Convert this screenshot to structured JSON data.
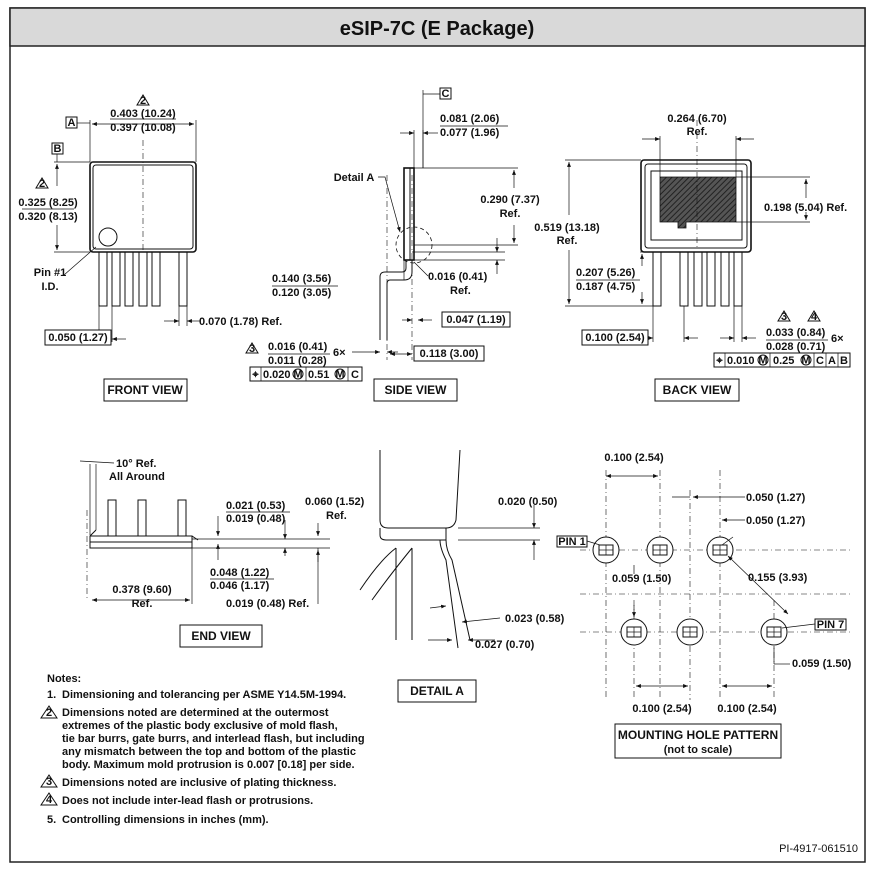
{
  "title": "eSIP-7C (E Package)",
  "front": {
    "label": "FRONT VIEW",
    "w_top": "0.403 (10.24)",
    "w_bot": "0.397 (10.08)",
    "h_top": "0.325 (8.25)",
    "h_bot": "0.320 (8.13)",
    "pin1": "Pin #1",
    "pin1b": "I.D.",
    "pitch": "0.050 (1.27)",
    "pin_w": "0.070 (1.78) Ref.",
    "datum_a": "A",
    "datum_b": "B",
    "note2": "2"
  },
  "side": {
    "label": "SIDE VIEW",
    "detail_a": "Detail A",
    "datum_c": "C",
    "t_top": "0.081 (2.06)",
    "t_bot": "0.077 (1.96)",
    "h_top": "0.290 (7.37)",
    "h_bot": "Ref.",
    "lead_top": "0.140 (3.56)",
    "lead_bot": "0.120 (3.05)",
    "lt_top": "0.016 (0.41)",
    "lt_bot": "Ref.",
    "lw": "0.047 (1.19)",
    "pin_t_top": "0.016 (0.41)",
    "pin_t_bot": "0.011 (0.28)",
    "mult": "6×",
    "span": "0.118 (3.00)",
    "fcf": [
      "⌖",
      "0.020",
      "M",
      "0.51",
      "M",
      "C"
    ],
    "note3": "3"
  },
  "back": {
    "label": "BACK VIEW",
    "pad_w_top": "0.264 (6.70)",
    "pad_w_bot": "Ref.",
    "pad_h": "0.198 (5.04) Ref.",
    "h_top": "0.519 (13.18)",
    "h_bot": "Ref.",
    "lead_top": "0.207 (5.26)",
    "lead_bot": "0.187 (4.75)",
    "pitch": "0.100 (2.54)",
    "pw_top": "0.033 (0.84)",
    "pw_bot": "0.028 (0.71)",
    "mult": "6×",
    "fcf": [
      "⌖",
      "0.010",
      "M",
      "0.25",
      "M",
      "C",
      "A",
      "B"
    ],
    "note3": "3",
    "note4": "4"
  },
  "end": {
    "label": "END VIEW",
    "angle_top": "10° Ref.",
    "angle_bot": "All Around",
    "t1_top": "0.021 (0.53)",
    "t1_bot": "0.019 (0.48)",
    "t2_top": "0.060 (1.52)",
    "t2_bot": "Ref.",
    "t3_top": "0.048 (1.22)",
    "t3_bot": "0.046 (1.17)",
    "t4": "0.019 (0.48) Ref.",
    "len_top": "0.378 (9.60)",
    "len_bot": "Ref."
  },
  "detail": {
    "label": "DETAIL A",
    "d1": "0.020 (0.50)",
    "d2": "0.023 (0.58)",
    "d3": "0.027 (0.70)"
  },
  "mount": {
    "label_top": "MOUNTING HOLE PATTERN",
    "label_bot": "(not to scale)",
    "pitch_top": "0.100 (2.54)",
    "off1": "0.050 (1.27)",
    "off2": "0.050 (1.27)",
    "pin1": "PIN 1",
    "pin7": "PIN 7",
    "dia_left": "0.059 (1.50)",
    "dia_right": "0.059 (1.50)",
    "diag": "0.155 (3.93)",
    "pitch_b1": "0.100 (2.54)",
    "pitch_b2": "0.100 (2.54)"
  },
  "notes": {
    "heading": "Notes:",
    "n1_num": "1.",
    "n1": "Dimensioning and tolerancing per ASME Y14.5M-1994.",
    "n2_num": "2",
    "n2": [
      "Dimensions noted are determined at the outermost",
      "extremes of the  plastic body exclusive of mold flash,",
      "tie bar burrs, gate burrs, and interlead flash, but including",
      "any mismatch between the top and bottom of the plastic",
      "body. Maximum mold protrusion is 0.007 [0.18] per side."
    ],
    "n3_num": "3",
    "n3": "Dimensions noted are inclusive of plating thickness.",
    "n4_num": "4",
    "n4": "Does not include inter-lead flash or protrusions.",
    "n5_num": "5.",
    "n5": "Controlling dimensions in inches (mm)."
  },
  "footer": "PI-4917-061510"
}
